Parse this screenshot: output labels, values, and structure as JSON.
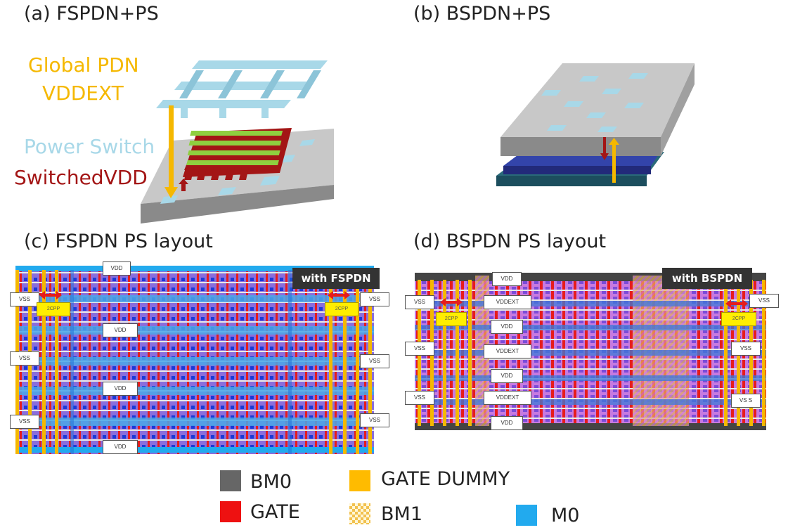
{
  "panels": {
    "a": {
      "title": "(a) FSPDN+PS"
    },
    "b": {
      "title": "(b) BSPDN+PS"
    },
    "c": {
      "title": "(c) FSPDN PS layout"
    },
    "d": {
      "title": "(d) BSPDN PS layout"
    }
  },
  "annotations": {
    "global_pdn": "Global PDN",
    "vddext": "VDDEXT",
    "power_switch": "Power Switch",
    "switched_vdd": "SwitchedVDD"
  },
  "layout_c": {
    "badge": "with FSPDN",
    "labels": [
      "VDD",
      "VDD",
      "VDD",
      "VDD",
      "VSS",
      "VSS",
      "VSS",
      "VSS",
      "VSS",
      "VSS"
    ],
    "cell_left": "2CPP",
    "cell_right": "2CPP"
  },
  "layout_d": {
    "badge": "with BSPDN",
    "labels": [
      "VDD",
      "VDDEXT",
      "VDD",
      "VDDEXT",
      "VDD",
      "VDDEXT",
      "VDD",
      "VSS",
      "VSS",
      "VSS",
      "VSS",
      "VSS",
      "VS S"
    ],
    "cell_left": "2CPP",
    "cell_right": "2CPP"
  },
  "legend": {
    "items": [
      {
        "label": "BM0",
        "color": "#666666"
      },
      {
        "label": "GATE DUMMY",
        "color": "#ffbb00"
      },
      {
        "label": "GATE",
        "color": "#ee1111"
      },
      {
        "label": "BM1",
        "color": "#f2c14e"
      },
      {
        "label": "M0",
        "color": "#22aaee"
      }
    ]
  },
  "colors": {
    "yellow": "#f5b800",
    "lightblue": "#a8d8e8",
    "darkred": "#a31515",
    "gray": "#a0a0a0"
  }
}
